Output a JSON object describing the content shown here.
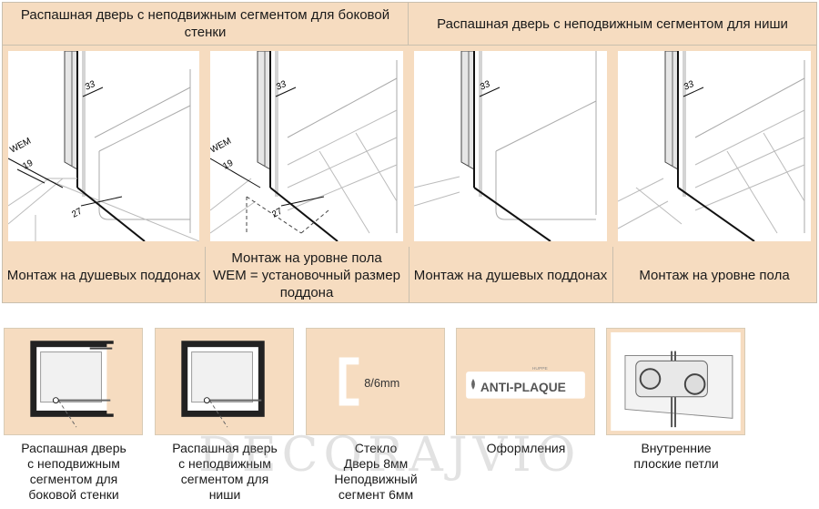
{
  "headers": {
    "left": "Распашная дверь с неподвижным сегментом для боковой стенки",
    "right": "Распашная дверь с неподвижным сегментом для ниши"
  },
  "dimensions": {
    "d33": "33",
    "d19": "19",
    "d27": "27",
    "wem": "WEM"
  },
  "captions": [
    "Монтаж на душевых поддонах",
    "Монтаж на уровне пола\nWEM = установочный размер поддона",
    "Монтаж на душевых поддонах",
    "Монтаж на уровне пола"
  ],
  "features": [
    {
      "icon": "side-wall-door-icon",
      "label": "Распашная дверь\nс неподвижным\nсегментом для\nбоковой стенки"
    },
    {
      "icon": "niche-door-icon",
      "label": "Распашная дверь\nс неподвижным\nсегментом для\nниши"
    },
    {
      "icon": "glass-profile-icon",
      "label": "Стекло\nДверь 8мм\nНеподвижный\nсегмент 6мм",
      "badge": "8/6mm"
    },
    {
      "icon": "anti-plaque-icon",
      "label": "Оформления",
      "brand": "HUPPE",
      "badge": "ANTI-PLAQUE"
    },
    {
      "icon": "hinge-icon",
      "label": "Внутренние\nплоские петли"
    }
  ],
  "watermark": "DECORAJVIO"
}
